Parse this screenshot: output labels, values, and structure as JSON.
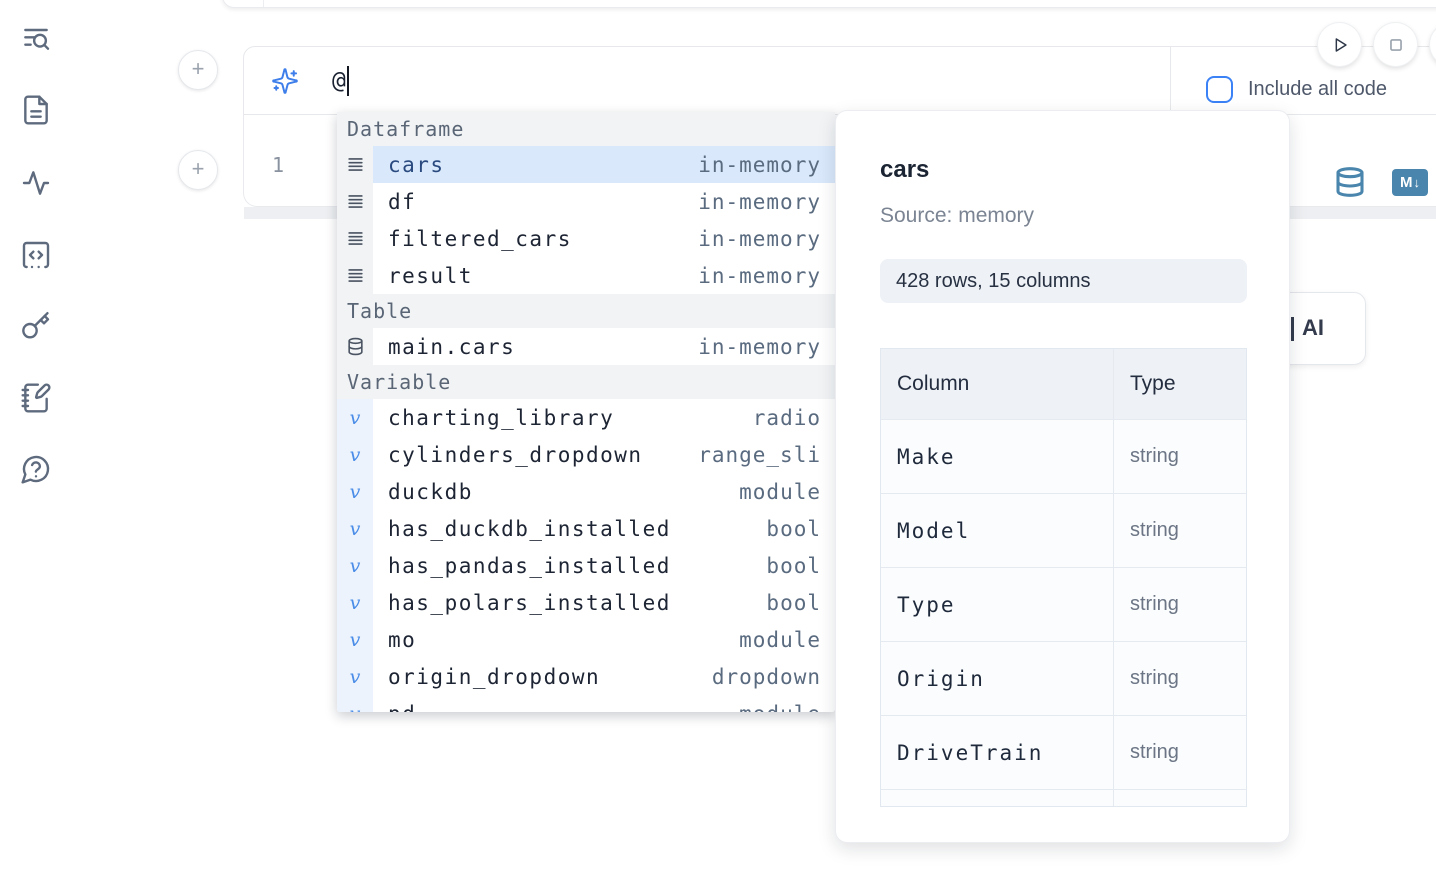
{
  "sidebar": {
    "items": [
      {
        "icon": "list-search-icon"
      },
      {
        "icon": "file-text-icon"
      },
      {
        "icon": "activity-icon"
      },
      {
        "icon": "code-snippet-icon"
      },
      {
        "icon": "key-icon"
      },
      {
        "icon": "notebook-pen-icon"
      },
      {
        "icon": "help-chat-icon"
      }
    ]
  },
  "prompt": {
    "value": "@",
    "include_all_code_label": "Include all code"
  },
  "toolbar": {
    "run_button": "play-icon",
    "stop_button": "stop-icon"
  },
  "cell": {
    "line_number": "1"
  },
  "autocomplete": {
    "sections": [
      {
        "label": "Dataframe",
        "icon": "dataframe-rows-icon",
        "items": [
          {
            "name": "cars",
            "detail": "in-memory",
            "selected": true
          },
          {
            "name": "df",
            "detail": "in-memory"
          },
          {
            "name": "filtered_cars",
            "detail": "in-memory"
          },
          {
            "name": "result",
            "detail": "in-memory"
          }
        ]
      },
      {
        "label": "Table",
        "icon": "database-icon",
        "items": [
          {
            "name": "main.cars",
            "detail": "in-memory"
          }
        ]
      },
      {
        "label": "Variable",
        "icon": "variable-icon",
        "items": [
          {
            "name": "charting_library",
            "detail": "radio"
          },
          {
            "name": "cylinders_dropdown",
            "detail": "range_sli"
          },
          {
            "name": "duckdb",
            "detail": "module"
          },
          {
            "name": "has_duckdb_installed",
            "detail": "bool"
          },
          {
            "name": "has_pandas_installed",
            "detail": "bool"
          },
          {
            "name": "has_polars_installed",
            "detail": "bool"
          },
          {
            "name": "mo",
            "detail": "module"
          },
          {
            "name": "origin_dropdown",
            "detail": "dropdown"
          },
          {
            "name": "pd",
            "detail": "module",
            "partial": true
          }
        ]
      }
    ]
  },
  "preview": {
    "title": "cars",
    "source": "Source: memory",
    "shape_badge": "428 rows, 15 columns",
    "table": {
      "headers": [
        "Column",
        "Type"
      ],
      "rows": [
        [
          "Make",
          "string"
        ],
        [
          "Model",
          "string"
        ],
        [
          "Type",
          "string"
        ],
        [
          "Origin",
          "string"
        ],
        [
          "DriveTrain",
          "string"
        ]
      ]
    }
  },
  "ai_button": {
    "label": "AI"
  },
  "colors": {
    "accent_blue": "#3b82f6",
    "steel_blue_action": "#4985ac",
    "selection_blue": "#d9e9fb",
    "variable_blue": "#4a8ce8",
    "section_header_bg": "#f1f3f5",
    "badge_bg": "#eef2f7"
  }
}
